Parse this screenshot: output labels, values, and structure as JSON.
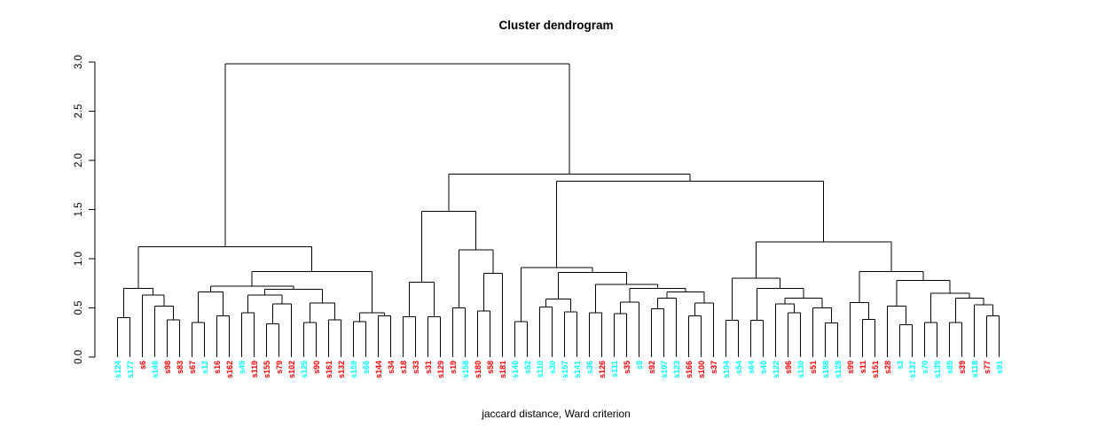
{
  "chart": {
    "title": "Cluster dendrogram",
    "xlabel": "jaccard distance, Ward criterion"
  },
  "axis": {
    "ticks": [
      "0.0",
      "0.5",
      "1.0",
      "1.5",
      "2.0",
      "2.5",
      "3.0"
    ],
    "range": [
      0.0,
      3.0
    ]
  },
  "palette": {
    "red": "#FF0000",
    "cyan": "#00FFFF",
    "line": "#000000"
  },
  "chart_data": {
    "type": "dendrogram",
    "title": "Cluster dendrogram",
    "xlabel": "jaccard distance, Ward criterion",
    "ylim": [
      0.0,
      3.0
    ],
    "yticks": [
      0.0,
      0.5,
      1.0,
      1.5,
      2.0,
      2.5,
      3.0
    ],
    "leaves": [
      [
        "s124",
        "cyan"
      ],
      [
        "s177",
        "cyan"
      ],
      [
        "s6",
        "red"
      ],
      [
        "s148",
        "cyan"
      ],
      [
        "s98",
        "red"
      ],
      [
        "s83",
        "red"
      ],
      [
        "s67",
        "red"
      ],
      [
        "s12",
        "cyan"
      ],
      [
        "s16",
        "red"
      ],
      [
        "s162",
        "red"
      ],
      [
        "s49",
        "cyan"
      ],
      [
        "s119",
        "red"
      ],
      [
        "s155",
        "red"
      ],
      [
        "s79",
        "red"
      ],
      [
        "s102",
        "red"
      ],
      [
        "s125",
        "cyan"
      ],
      [
        "s90",
        "red"
      ],
      [
        "s161",
        "red"
      ],
      [
        "s132",
        "red"
      ],
      [
        "s159",
        "cyan"
      ],
      [
        "s66",
        "cyan"
      ],
      [
        "s144",
        "red"
      ],
      [
        "s34",
        "red"
      ],
      [
        "s18",
        "red"
      ],
      [
        "s33",
        "red"
      ],
      [
        "s31",
        "red"
      ],
      [
        "s129",
        "red"
      ],
      [
        "s19",
        "red"
      ],
      [
        "s158",
        "cyan"
      ],
      [
        "s180",
        "red"
      ],
      [
        "s58",
        "red"
      ],
      [
        "s181",
        "red"
      ],
      [
        "s140",
        "cyan"
      ],
      [
        "s52",
        "cyan"
      ],
      [
        "s110",
        "cyan"
      ],
      [
        "s30",
        "cyan"
      ],
      [
        "s157",
        "cyan"
      ],
      [
        "s141",
        "cyan"
      ],
      [
        "s36",
        "cyan"
      ],
      [
        "s126",
        "red"
      ],
      [
        "s111",
        "cyan"
      ],
      [
        "s35",
        "red"
      ],
      [
        "s9",
        "cyan"
      ],
      [
        "s92",
        "red"
      ],
      [
        "s107",
        "cyan"
      ],
      [
        "s123",
        "cyan"
      ],
      [
        "s166",
        "red"
      ],
      [
        "s100",
        "red"
      ],
      [
        "s37",
        "red"
      ],
      [
        "s104",
        "cyan"
      ],
      [
        "s54",
        "cyan"
      ],
      [
        "s64",
        "cyan"
      ],
      [
        "s40",
        "cyan"
      ],
      [
        "s122",
        "cyan"
      ],
      [
        "s96",
        "red"
      ],
      [
        "s130",
        "cyan"
      ],
      [
        "s51",
        "red"
      ],
      [
        "s188",
        "cyan"
      ],
      [
        "s128",
        "cyan"
      ],
      [
        "s99",
        "red"
      ],
      [
        "s11",
        "red"
      ],
      [
        "s151",
        "red"
      ],
      [
        "s28",
        "red"
      ],
      [
        "s3",
        "cyan"
      ],
      [
        "s137",
        "cyan"
      ],
      [
        "s70",
        "cyan"
      ],
      [
        "s139",
        "cyan"
      ],
      [
        "s85",
        "cyan"
      ],
      [
        "s39",
        "red"
      ],
      [
        "s118",
        "cyan"
      ],
      [
        "s77",
        "red"
      ],
      [
        "s91",
        "cyan"
      ]
    ],
    "tree": [
      2.98,
      [
        1.12,
        [
          0.7,
          [
            0.4,
            0,
            1
          ],
          [
            0.63,
            2,
            [
              0.52,
              3,
              [
                0.38,
                4,
                5
              ]
            ]
          ]
        ],
        [
          0.87,
          [
            0.72,
            [
              0.66,
              [
                0.35,
                6,
                7
              ],
              [
                0.42,
                8,
                9
              ]
            ],
            [
              0.69,
              [
                0.63,
                [
                  0.45,
                  10,
                  11
                ],
                [
                  0.54,
                  [
                    0.34,
                    12,
                    13
                  ],
                  14
                ]
              ],
              [
                0.55,
                [
                  0.35,
                  15,
                  16
                ],
                [
                  0.38,
                  17,
                  18
                ]
              ]
            ]
          ],
          [
            0.45,
            [
              0.36,
              19,
              20
            ],
            [
              0.42,
              21,
              22
            ]
          ]
        ]
      ],
      [
        1.86,
        [
          1.48,
          [
            0.76,
            [
              0.41,
              23,
              24
            ],
            [
              0.41,
              25,
              26
            ]
          ],
          [
            1.09,
            [
              0.5,
              27,
              28
            ],
            [
              0.85,
              [
                0.47,
                29,
                30
              ],
              31
            ]
          ]
        ],
        [
          1.79,
          [
            0.91,
            [
              0.36,
              32,
              33
            ],
            [
              0.86,
              [
                0.59,
                [
                  0.51,
                  34,
                  35
                ],
                [
                  0.46,
                  36,
                  37
                ]
              ],
              [
                0.74,
                [
                  0.45,
                  38,
                  39
                ],
                [
                  0.7,
                  [
                    0.56,
                    [
                      0.44,
                      40,
                      41
                    ],
                    42
                  ],
                  [
                    0.66,
                    [
                      0.6,
                      [
                        0.49,
                        43,
                        44
                      ],
                      45
                    ],
                    [
                      0.55,
                      [
                        0.42,
                        46,
                        47
                      ],
                      48
                    ]
                  ]
                ]
              ]
            ]
          ],
          [
            1.17,
            [
              0.8,
              [
                0.375,
                49,
                50
              ],
              [
                0.7,
                [
                  0.375,
                  51,
                  52
                ],
                [
                  0.6,
                  [
                    0.54,
                    53,
                    [
                      0.45,
                      54,
                      55
                    ]
                  ],
                  [
                    0.5,
                    56,
                    [
                      0.345,
                      57,
                      58
                    ]
                  ]
                ]
              ]
            ],
            [
              0.87,
              [
                0.556,
                59,
                [
                  0.385,
                  60,
                  61
                ]
              ],
              [
                0.78,
                [
                  0.52,
                  62,
                  [
                    0.33,
                    63,
                    64
                  ]
                ],
                [
                  0.65,
                  [
                    0.35,
                    65,
                    66
                  ],
                  [
                    0.6,
                    [
                      0.35,
                      67,
                      68
                    ],
                    [
                      0.53,
                      69,
                      [
                        0.42,
                        70,
                        71
                      ]
                    ]
                  ]
                ]
              ]
            ]
          ]
        ]
      ]
    ]
  }
}
